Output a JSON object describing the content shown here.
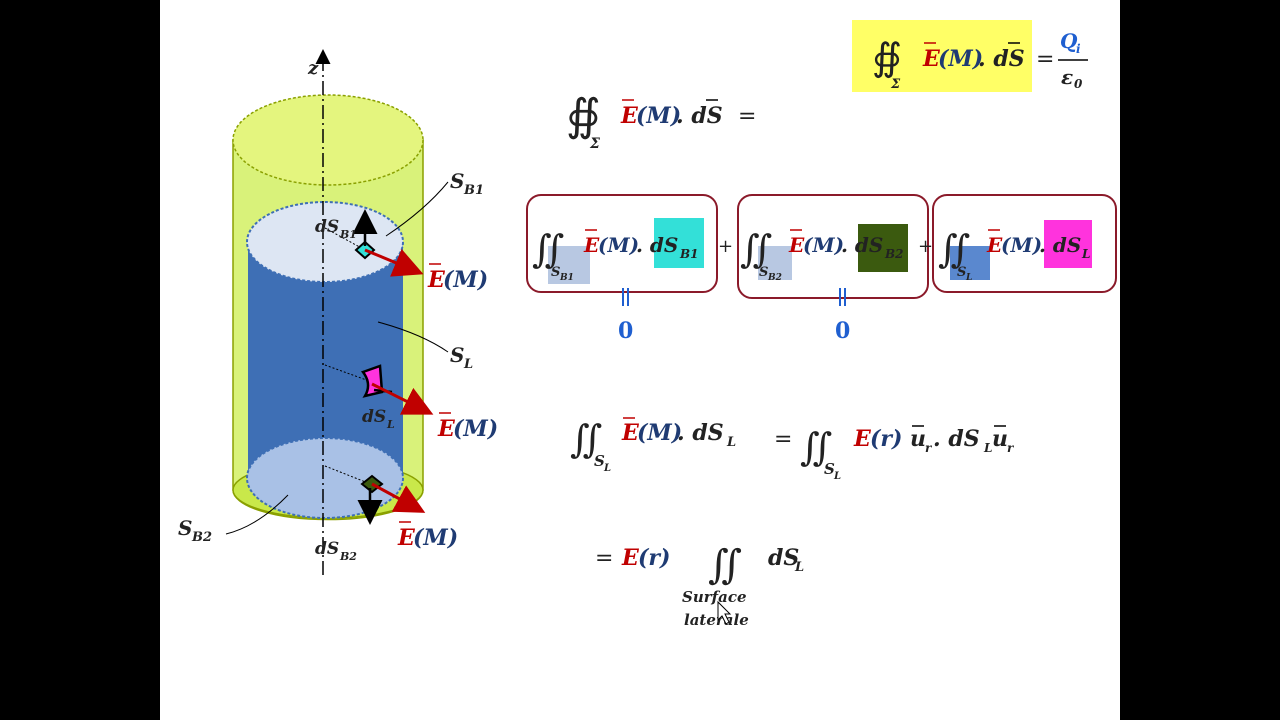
{
  "symbols": {
    "z": "z",
    "E_arrow": "E",
    "M_open": "(M)",
    "dot_dS": ". dS",
    "eq": "=",
    "plus": "+",
    "Q_i": "Q",
    "i_sub": "i",
    "eps": "ε",
    "eps_sub": "0",
    "sigma": "Σ",
    "S": "S",
    "dS": "dS",
    "B1": "B1",
    "B2": "B2",
    "L": "L",
    "zero": "0",
    "r": "(r)",
    "u": "u",
    "r_sub": "r"
  },
  "labels": {
    "surface": "Surface",
    "laterale": "laterale"
  },
  "colors": {
    "field": "#c00000",
    "cylinder_fill": "#d9f27a",
    "lateral_blue": "#3e6fb5",
    "highlight_yellow": "#ffff66",
    "cyan": "#33e0d8",
    "dark_green": "#3b5a0f",
    "magenta": "#ff33dd",
    "frame": "#8b1a2a",
    "zero_blue": "#1f5fd0"
  }
}
